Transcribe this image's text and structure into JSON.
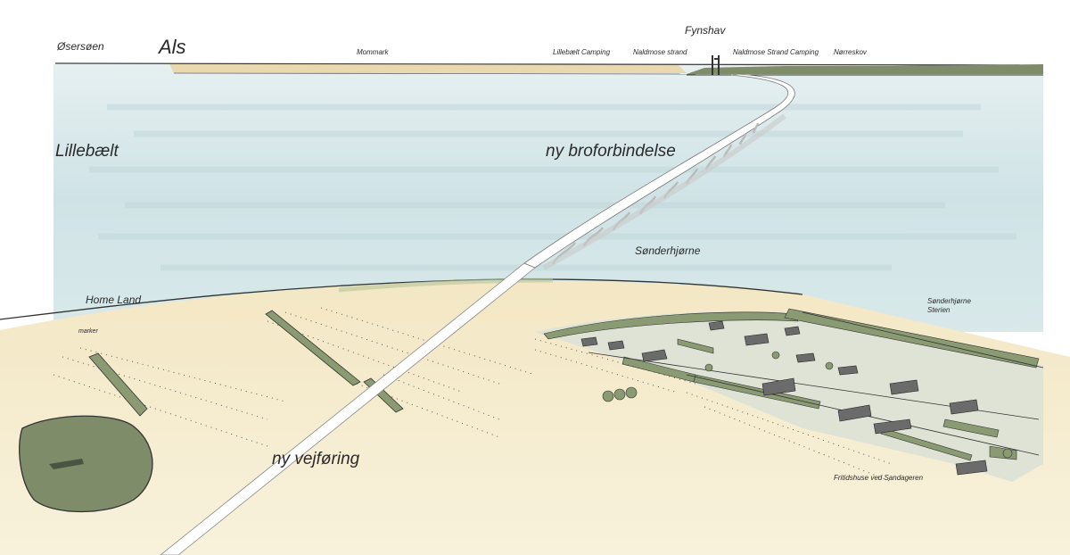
{
  "labels": {
    "als": "Als",
    "oersoeen": "Øsersøen",
    "fynshav": "Fynshav",
    "mommark": "Mommark",
    "lillebaelt_camping": "Lillebælt Camping",
    "naldmose_strand": "Naldmose strand",
    "naldmose_strand_camping": "Naldmose Strand Camping",
    "noerreskov": "Nørreskov",
    "lillebaelt": "Lillebælt",
    "ny_broforbindelse": "ny broforbindelse",
    "soenderhjoerne": "Sønderhjørne",
    "home_land": "Home Land",
    "marker": "marker",
    "soenderhjoerne_sterien_1": "Sønderhjørne",
    "soenderhjoerne_sterien_2": "Sterien",
    "ny_vejfoering": "ny vejføring",
    "fritidshuse": "Fritidshuse ved Sandageren"
  },
  "colors": {
    "sea": "#cfe3e6",
    "far_coast": "#ead9b0",
    "field": "#f2e6c0",
    "field_light": "#f7efd4",
    "vegetation": "#8a9a72",
    "forest": "#7f8c69",
    "road": "#ffffff",
    "outline": "#3a3a3a"
  }
}
